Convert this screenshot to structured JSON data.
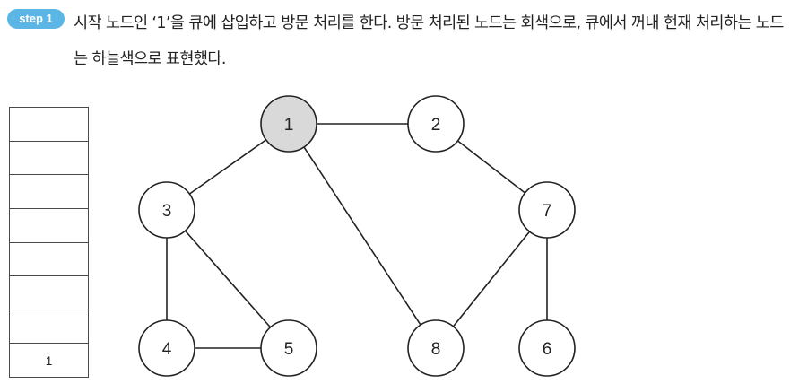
{
  "step": {
    "label": "step 1",
    "description": "시작 노드인 ‘1’을 큐에 삽입하고 방문 처리를 한다. 방문 처리된 노드는 회색으로, 큐에서 꺼내 현재 처리하는 노드는 하늘색으로 표현했다."
  },
  "queue": {
    "cells": [
      "",
      "",
      "",
      "",
      "",
      "",
      "",
      "1"
    ]
  },
  "graph": {
    "nodes": [
      {
        "id": "1",
        "label": "1",
        "visited": true
      },
      {
        "id": "2",
        "label": "2",
        "visited": false
      },
      {
        "id": "3",
        "label": "3",
        "visited": false
      },
      {
        "id": "7",
        "label": "7",
        "visited": false
      },
      {
        "id": "4",
        "label": "4",
        "visited": false
      },
      {
        "id": "5",
        "label": "5",
        "visited": false
      },
      {
        "id": "8",
        "label": "8",
        "visited": false
      },
      {
        "id": "6",
        "label": "6",
        "visited": false
      }
    ],
    "edges": [
      [
        "1",
        "2"
      ],
      [
        "1",
        "3"
      ],
      [
        "1",
        "8"
      ],
      [
        "2",
        "7"
      ],
      [
        "3",
        "4"
      ],
      [
        "3",
        "5"
      ],
      [
        "4",
        "5"
      ],
      [
        "7",
        "8"
      ],
      [
        "7",
        "6"
      ]
    ]
  },
  "colors": {
    "badge": "#5bb6e6",
    "visited_fill": "#d9d9d9",
    "unvisited_fill": "#ffffff",
    "current_fill": "#9fd6f2",
    "stroke": "#222222"
  }
}
